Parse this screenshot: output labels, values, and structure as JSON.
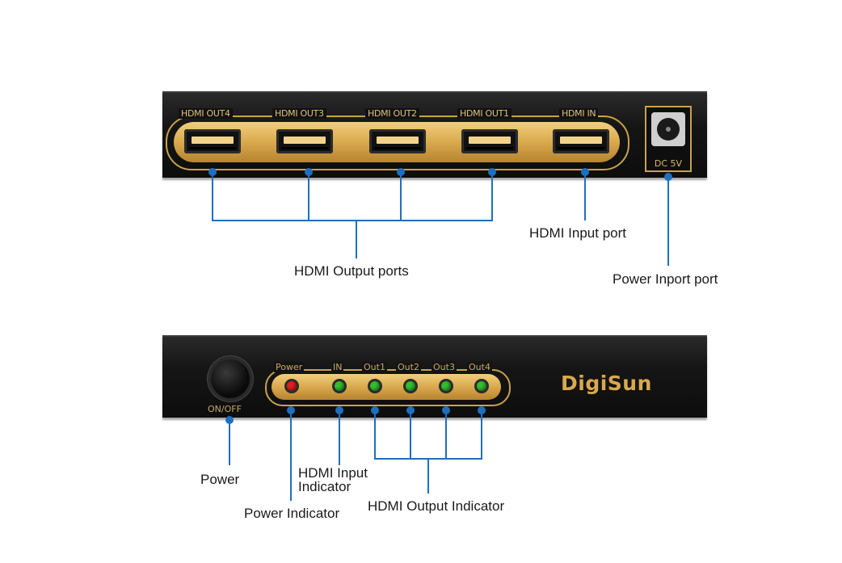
{
  "back_panel": {
    "port_labels": [
      "HDMI OUT4",
      "HDMI OUT3",
      "HDMI OUT2",
      "HDMI OUT1",
      "HDMI IN"
    ],
    "dc_label": "DC 5V"
  },
  "front_panel": {
    "button_label": "ON/OFF",
    "indicator_header": [
      "Power",
      "IN",
      "Out1",
      "Out2",
      "Out3",
      "Out4"
    ],
    "brand": "DigiSun",
    "led_colors": {
      "power": "#e02020",
      "green": "#2fbf2f"
    }
  },
  "callouts": {
    "hdmi_output_ports": "HDMI Output ports",
    "hdmi_input_port": "HDMI Input port",
    "power_inport_port": "Power Inport port",
    "power": "Power",
    "hdmi_input_indicator_1": "HDMI Input",
    "hdmi_input_indicator_2": "Indicator",
    "power_indicator": "Power Indicator",
    "hdmi_output_indicator": "HDMI Output Indicator"
  },
  "colors": {
    "accent_blue": "#1e6fc0",
    "gold": "#d9a94e"
  }
}
